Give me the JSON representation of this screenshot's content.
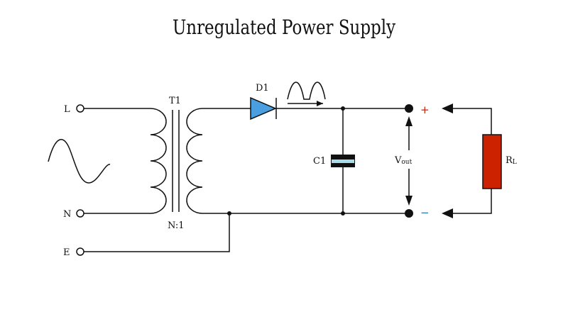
{
  "title": "Unregulated Power Supply",
  "terminals": {
    "line": "L",
    "neutral": "N",
    "earth": "E"
  },
  "transformer": {
    "name": "T1",
    "ratio": "N:1"
  },
  "diode": {
    "name": "D1"
  },
  "capacitor": {
    "name": "C1"
  },
  "output": {
    "label_main": "V",
    "label_sub": "out",
    "plus": "+",
    "minus": "−"
  },
  "load": {
    "label_main": "R",
    "label_sub": "L"
  },
  "colors": {
    "diode": "#4a9fe0",
    "capacitor_plate": "#a8dce8",
    "load": "#cc2200",
    "plus": "#cc2200",
    "minus": "#2a7ab0"
  }
}
